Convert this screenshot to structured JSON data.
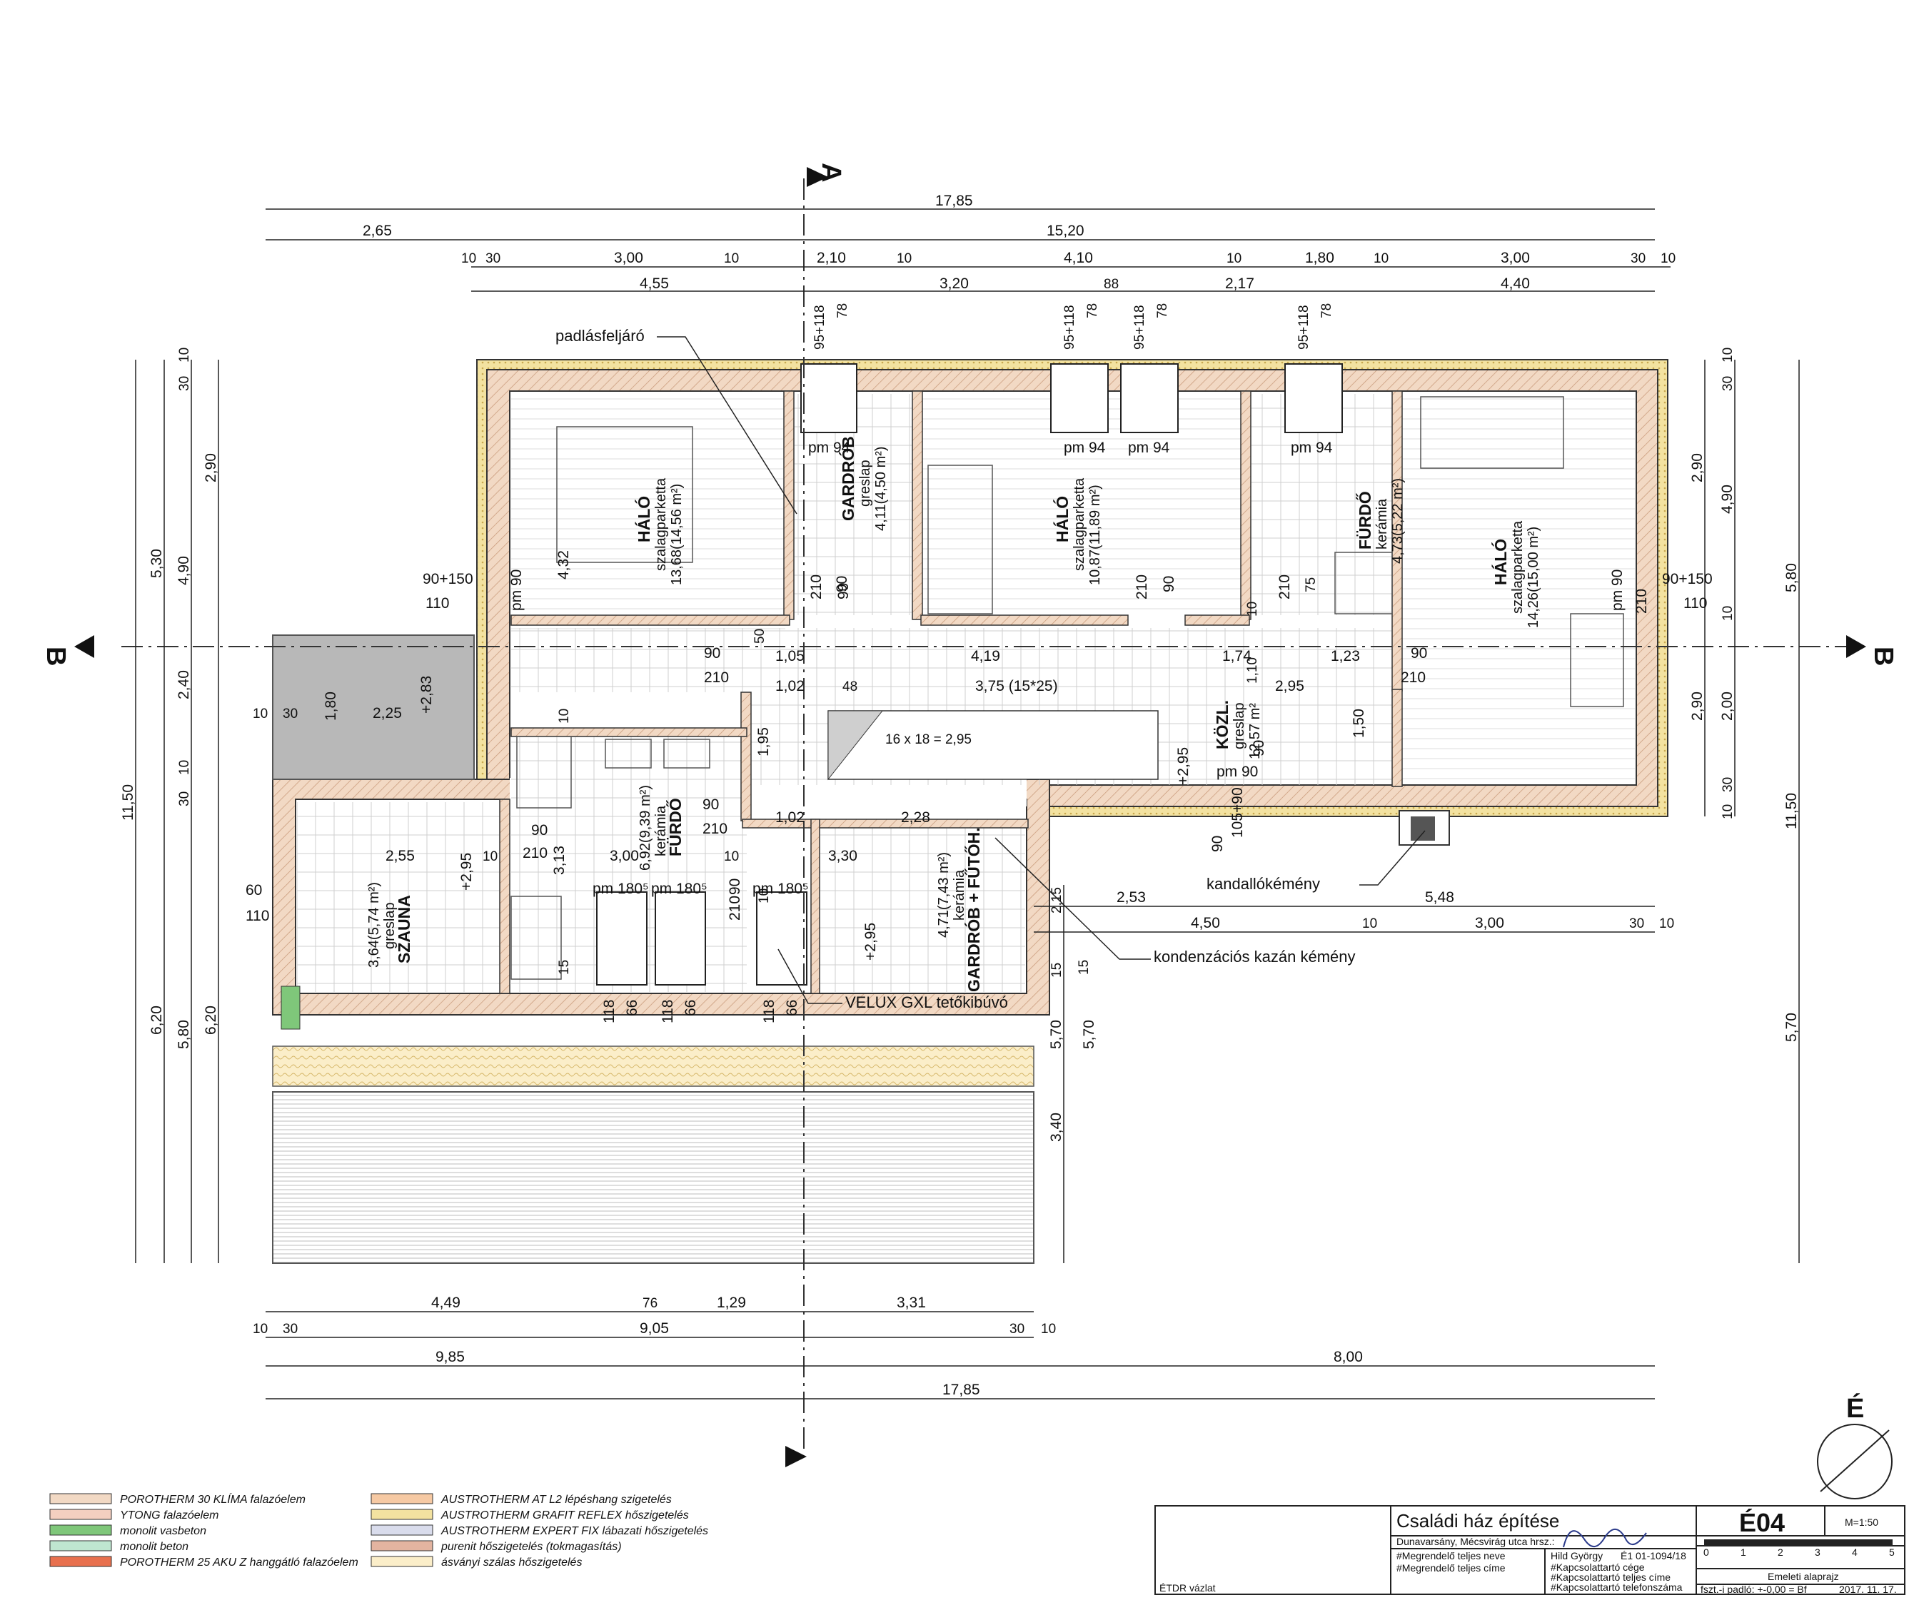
{
  "sections": {
    "a": "A",
    "b": "B",
    "north": "É"
  },
  "dims_top": {
    "overall": "17,85",
    "row2": [
      "2,65",
      "15,20"
    ],
    "row3": [
      "10",
      "30",
      "3,00",
      "10",
      "2,10",
      "10",
      "4,10",
      "10",
      "1,80",
      "10",
      "3,00",
      "30",
      "10"
    ],
    "row4": [
      "4,55",
      "3,20",
      "88",
      "2,17",
      "4,40"
    ],
    "windows": [
      "95+118",
      "78",
      "95+118",
      "78",
      "95+118",
      "78",
      "95+118",
      "78"
    ]
  },
  "dims_bottom": {
    "row1": [
      "4,49",
      "76",
      "1,29",
      "3,31"
    ],
    "row2": [
      "10",
      "30",
      "9,05",
      "30",
      "10"
    ],
    "row3": [
      "9,85",
      "8,00"
    ],
    "overall": "17,85"
  },
  "dims_left": [
    "11,50",
    "5,30",
    "6,20",
    "10",
    "30",
    "4,90",
    "2,40",
    "10",
    "30",
    "5,80",
    "2,90",
    "1,80",
    "6,20"
  ],
  "dims_right": [
    "11,50",
    "10",
    "30",
    "2,90",
    "4,90",
    "5,80",
    "10",
    "2,00",
    "30",
    "10",
    "5,70",
    "2,90",
    "5,70"
  ],
  "dims_east_wing": [
    "2,53",
    "5,48",
    "4,50",
    "10",
    "3,00",
    "30",
    "10",
    "2,15",
    "15",
    "5,70",
    "3,40"
  ],
  "rooms": [
    {
      "name": "HÁLÓ",
      "floor": "szalagparketta",
      "area": "13,68(14,56 m²)"
    },
    {
      "name": "GARDRÓB",
      "floor": "greslap",
      "area": "4,11(4,50 m²)"
    },
    {
      "name": "HÁLÓ",
      "floor": "szalagparketta",
      "area": "10,87(11,89 m²)"
    },
    {
      "name": "FÜRDŐ",
      "floor": "kerámia",
      "area": "4,73(5,22 m²)"
    },
    {
      "name": "HÁLÓ",
      "floor": "szalagparketta",
      "area": "14,26(15,00 m²)"
    },
    {
      "name": "KÖZL.",
      "floor": "greslap",
      "area": "12,57 m²"
    },
    {
      "name": "FÜRDŐ",
      "floor": "kerámia",
      "area": "6,92(9,39 m²)"
    },
    {
      "name": "SZAUNA",
      "floor": "greslap",
      "area": "3,64(5,74 m²)"
    },
    {
      "name": "GARDRÓB + FŰTŐH.",
      "floor": "kerámia",
      "area": "4,71(7,43 m²)"
    }
  ],
  "inner_dims": {
    "corridor": [
      "1,05",
      "4,19",
      "1,74",
      "1,23",
      "1,02",
      "48",
      "3,75 (15*25)",
      "2,95",
      "1,10",
      "1,02",
      "2,28",
      "3,30",
      "2,55",
      "10",
      "3,00",
      "10"
    ],
    "stair": "16 x 18 = 2,95",
    "doors": [
      "90",
      "210",
      "50",
      "90",
      "210",
      "90",
      "210",
      "75",
      "210",
      "10",
      "90",
      "210",
      "90",
      "210",
      "90",
      "210",
      "90",
      "210",
      "90",
      "210"
    ],
    "heights": [
      "4,32",
      "1,95",
      "1,50",
      "3,13",
      "10",
      "10",
      "15",
      "15",
      "90",
      "105+90",
      "90"
    ],
    "levels": [
      "+2,83",
      "+2,95",
      "+2,95",
      "+2,95"
    ],
    "sill": [
      "pm 94",
      "pm 94",
      "pm 94",
      "pm 94",
      "pm 90",
      "pm 90",
      "pm 90",
      "pm 180⁵",
      "pm 180⁵",
      "pm 180⁵",
      "118",
      "66",
      "118",
      "66",
      "118",
      "66"
    ],
    "side_windows": [
      "90+150",
      "110",
      "90+150",
      "110",
      "60",
      "110",
      "10",
      "30",
      "2,25"
    ]
  },
  "callouts": {
    "attic": "padlásfeljáró",
    "fireplace": "kandallókémény",
    "boiler": "kondenzációs kazán kémény",
    "velux": "VELUX GXL tetőkibúvó"
  },
  "legend": [
    {
      "label": "POROTHERM 30 KLÍMA falazóelem",
      "color": "#f2d9c4"
    },
    {
      "label": "YTONG falazóelem",
      "color": "#f4cfc0"
    },
    {
      "label": "monolit vasbeton",
      "color": "#7fc77a"
    },
    {
      "label": "monolit beton",
      "color": "#bfe6d0"
    },
    {
      "label": "POROTHERM 25 AKU Z hanggátló falazóelem",
      "color": "#e8704e"
    },
    {
      "label": "AUSTROTHERM AT L2 lépéshang szigetelés",
      "color": "#f6c9a3"
    },
    {
      "label": "AUSTROTHERM GRAFIT REFLEX hőszigetelés",
      "color": "#f3e2a0"
    },
    {
      "label": "AUSTROTHERM EXPERT FIX lábazati hőszigetelés",
      "color": "#d9dcec"
    },
    {
      "label": "purenit hőszigetelés (tokmagasítás)",
      "color": "#e3b4a0"
    },
    {
      "label": "ásványi szálas hőszigetelés",
      "color": "#fbeec9"
    }
  ],
  "title_block": {
    "project": "Családi ház építése",
    "location": "Dunavarsány, Mécsvirág utca  hrsz.:",
    "client_name": "#Megrendelő teljes neve",
    "client_address": "#Megrendelő teljes címe",
    "designer": "Hild György",
    "reg_no": "É1 01-1094/18",
    "contact1": "#Kapcsolattartó cége",
    "contact2": "#Kapcsolattartó teljes címe",
    "contact3": "#Kapcsolattartó telefonszáma",
    "plan_no": "É04",
    "scale": "M=1:50",
    "plan_name": "Emeleti alaprajz",
    "level_note": "fszt.-i padló: +-0,00 = Bf",
    "date": "2017. 11. 17.",
    "ruler": [
      "0",
      "1",
      "2",
      "3",
      "4",
      "5"
    ],
    "stamp": "ÉTDR vázlat"
  }
}
